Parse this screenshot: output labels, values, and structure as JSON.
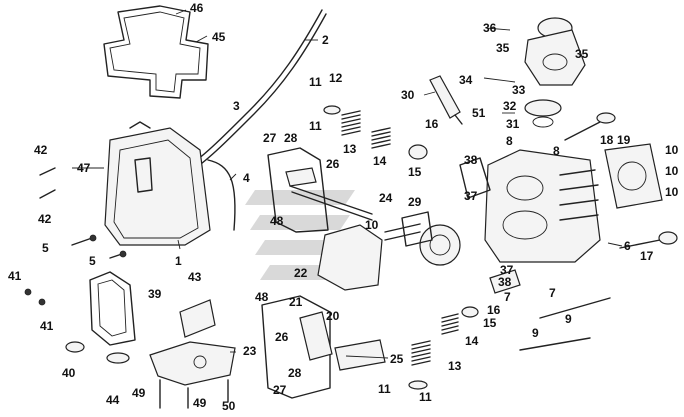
{
  "diagram": {
    "callouts": [
      {
        "id": "c46",
        "text": "46"
      },
      {
        "id": "c45",
        "text": "45"
      },
      {
        "id": "c2",
        "text": "2"
      },
      {
        "id": "c3",
        "text": "3"
      },
      {
        "id": "c11a",
        "text": "11"
      },
      {
        "id": "c12",
        "text": "12"
      },
      {
        "id": "c11b",
        "text": "11"
      },
      {
        "id": "c13a",
        "text": "13"
      },
      {
        "id": "c14a",
        "text": "14"
      },
      {
        "id": "c16a",
        "text": "16"
      },
      {
        "id": "c15a",
        "text": "15"
      },
      {
        "id": "c30",
        "text": "30"
      },
      {
        "id": "c36",
        "text": "36"
      },
      {
        "id": "c35a",
        "text": "35"
      },
      {
        "id": "c35b",
        "text": "35"
      },
      {
        "id": "c34",
        "text": "34"
      },
      {
        "id": "c33",
        "text": "33"
      },
      {
        "id": "c32",
        "text": "32"
      },
      {
        "id": "c51",
        "text": "51"
      },
      {
        "id": "c31",
        "text": "31"
      },
      {
        "id": "c8a",
        "text": "8"
      },
      {
        "id": "c8b",
        "text": "8"
      },
      {
        "id": "c18",
        "text": "18"
      },
      {
        "id": "c19",
        "text": "19"
      },
      {
        "id": "c10a",
        "text": "10"
      },
      {
        "id": "c10b",
        "text": "10"
      },
      {
        "id": "c10c",
        "text": "10"
      },
      {
        "id": "c10d",
        "text": "10"
      },
      {
        "id": "c42a",
        "text": "42"
      },
      {
        "id": "c42b",
        "text": "42"
      },
      {
        "id": "c47",
        "text": "47"
      },
      {
        "id": "c4",
        "text": "4"
      },
      {
        "id": "c27a",
        "text": "27"
      },
      {
        "id": "c28a",
        "text": "28"
      },
      {
        "id": "c26a",
        "text": "26"
      },
      {
        "id": "c48a",
        "text": "48"
      },
      {
        "id": "c24",
        "text": "24"
      },
      {
        "id": "c29",
        "text": "29"
      },
      {
        "id": "c38a",
        "text": "38"
      },
      {
        "id": "c37a",
        "text": "37"
      },
      {
        "id": "c5a",
        "text": "5"
      },
      {
        "id": "c5b",
        "text": "5"
      },
      {
        "id": "c1",
        "text": "1"
      },
      {
        "id": "c22",
        "text": "22"
      },
      {
        "id": "c6",
        "text": "6"
      },
      {
        "id": "c17",
        "text": "17"
      },
      {
        "id": "c41a",
        "text": "41"
      },
      {
        "id": "c41b",
        "text": "41"
      },
      {
        "id": "c43",
        "text": "43"
      },
      {
        "id": "c39",
        "text": "39"
      },
      {
        "id": "c48b",
        "text": "48"
      },
      {
        "id": "c21",
        "text": "21"
      },
      {
        "id": "c20",
        "text": "20"
      },
      {
        "id": "c37b",
        "text": "37"
      },
      {
        "id": "c38b",
        "text": "38"
      },
      {
        "id": "c7a",
        "text": "7"
      },
      {
        "id": "c7b",
        "text": "7"
      },
      {
        "id": "c16b",
        "text": "16"
      },
      {
        "id": "c15b",
        "text": "15"
      },
      {
        "id": "c9a",
        "text": "9"
      },
      {
        "id": "c9b",
        "text": "9"
      },
      {
        "id": "c40",
        "text": "40"
      },
      {
        "id": "c23",
        "text": "23"
      },
      {
        "id": "c26b",
        "text": "26"
      },
      {
        "id": "c25",
        "text": "25"
      },
      {
        "id": "c14b",
        "text": "14"
      },
      {
        "id": "c13b",
        "text": "13"
      },
      {
        "id": "c28b",
        "text": "28"
      },
      {
        "id": "c27b",
        "text": "27"
      },
      {
        "id": "c44",
        "text": "44"
      },
      {
        "id": "c49a",
        "text": "49"
      },
      {
        "id": "c49b",
        "text": "49"
      },
      {
        "id": "c50",
        "text": "50"
      },
      {
        "id": "c11c",
        "text": "11"
      },
      {
        "id": "c11d",
        "text": "11"
      }
    ]
  }
}
